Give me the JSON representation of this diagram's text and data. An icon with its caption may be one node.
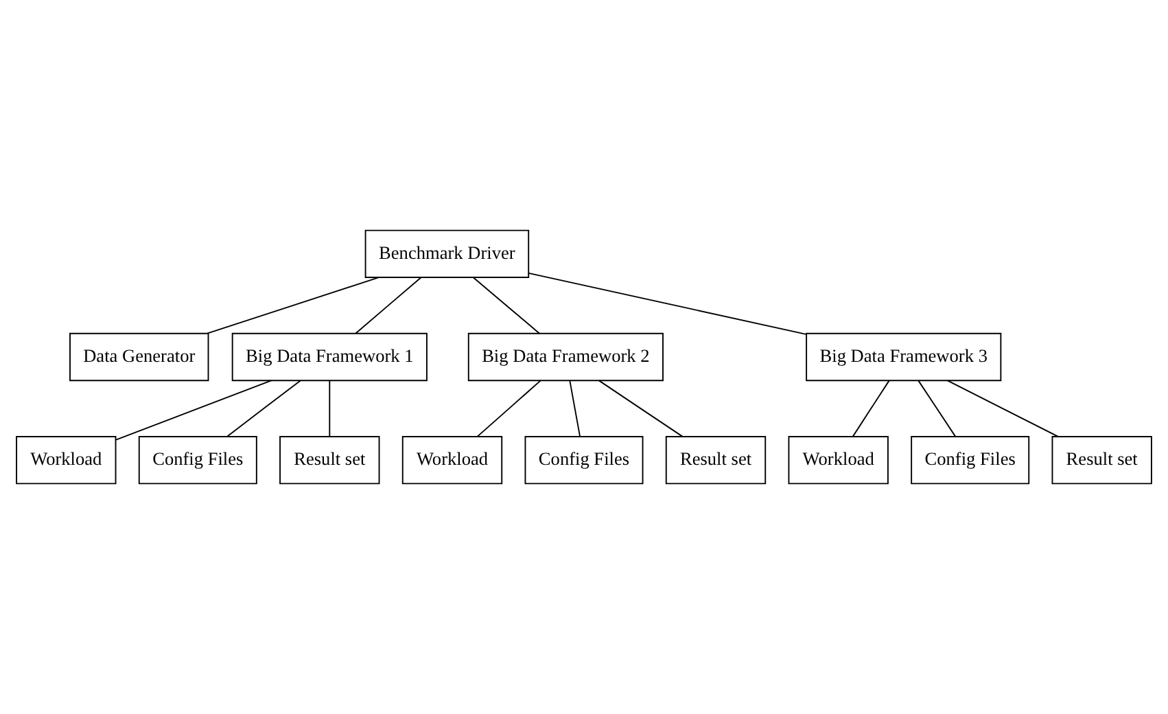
{
  "diagram": {
    "nodes": [
      {
        "text": [
          "Benchmark Driver"
        ]
      },
      {
        "text": [
          "Data Generator"
        ]
      },
      {
        "text": [
          "Big Data Framework 1"
        ]
      },
      {
        "text": [
          "Big Data Framework 2"
        ]
      },
      {
        "text": [
          "Big Data Framework 3"
        ]
      },
      {
        "text": [
          "Workload"
        ]
      },
      {
        "text": [
          "Config Files"
        ]
      },
      {
        "text": [
          "Result set"
        ]
      },
      {
        "text": [
          "Workload"
        ]
      },
      {
        "text": [
          "Config Files"
        ]
      },
      {
        "text": [
          "Result set"
        ]
      },
      {
        "text": [
          "Workload"
        ]
      },
      {
        "text": [
          "Config Files"
        ]
      },
      {
        "text": [
          "Result set"
        ]
      }
    ],
    "edges": [
      {
        "from": 0,
        "to": 1,
        "arrow": "none"
      },
      {
        "from": 0,
        "to": 2,
        "arrow": "none"
      },
      {
        "from": 0,
        "to": 3,
        "arrow": "none"
      },
      {
        "from": 0,
        "to": 4,
        "arrow": "none"
      },
      {
        "from": 2,
        "to": 5,
        "arrow": "none"
      },
      {
        "from": 2,
        "to": 6,
        "arrow": "none"
      },
      {
        "from": 2,
        "to": 7,
        "arrow": "none"
      },
      {
        "from": 3,
        "to": 8,
        "arrow": "none"
      },
      {
        "from": 3,
        "to": 9,
        "arrow": "none"
      },
      {
        "from": 3,
        "to": 10,
        "arrow": "none"
      },
      {
        "from": 4,
        "to": 11,
        "arrow": "none"
      },
      {
        "from": 4,
        "to": 12,
        "arrow": "none"
      },
      {
        "from": 4,
        "to": 13,
        "arrow": "none"
      }
    ]
  }
}
